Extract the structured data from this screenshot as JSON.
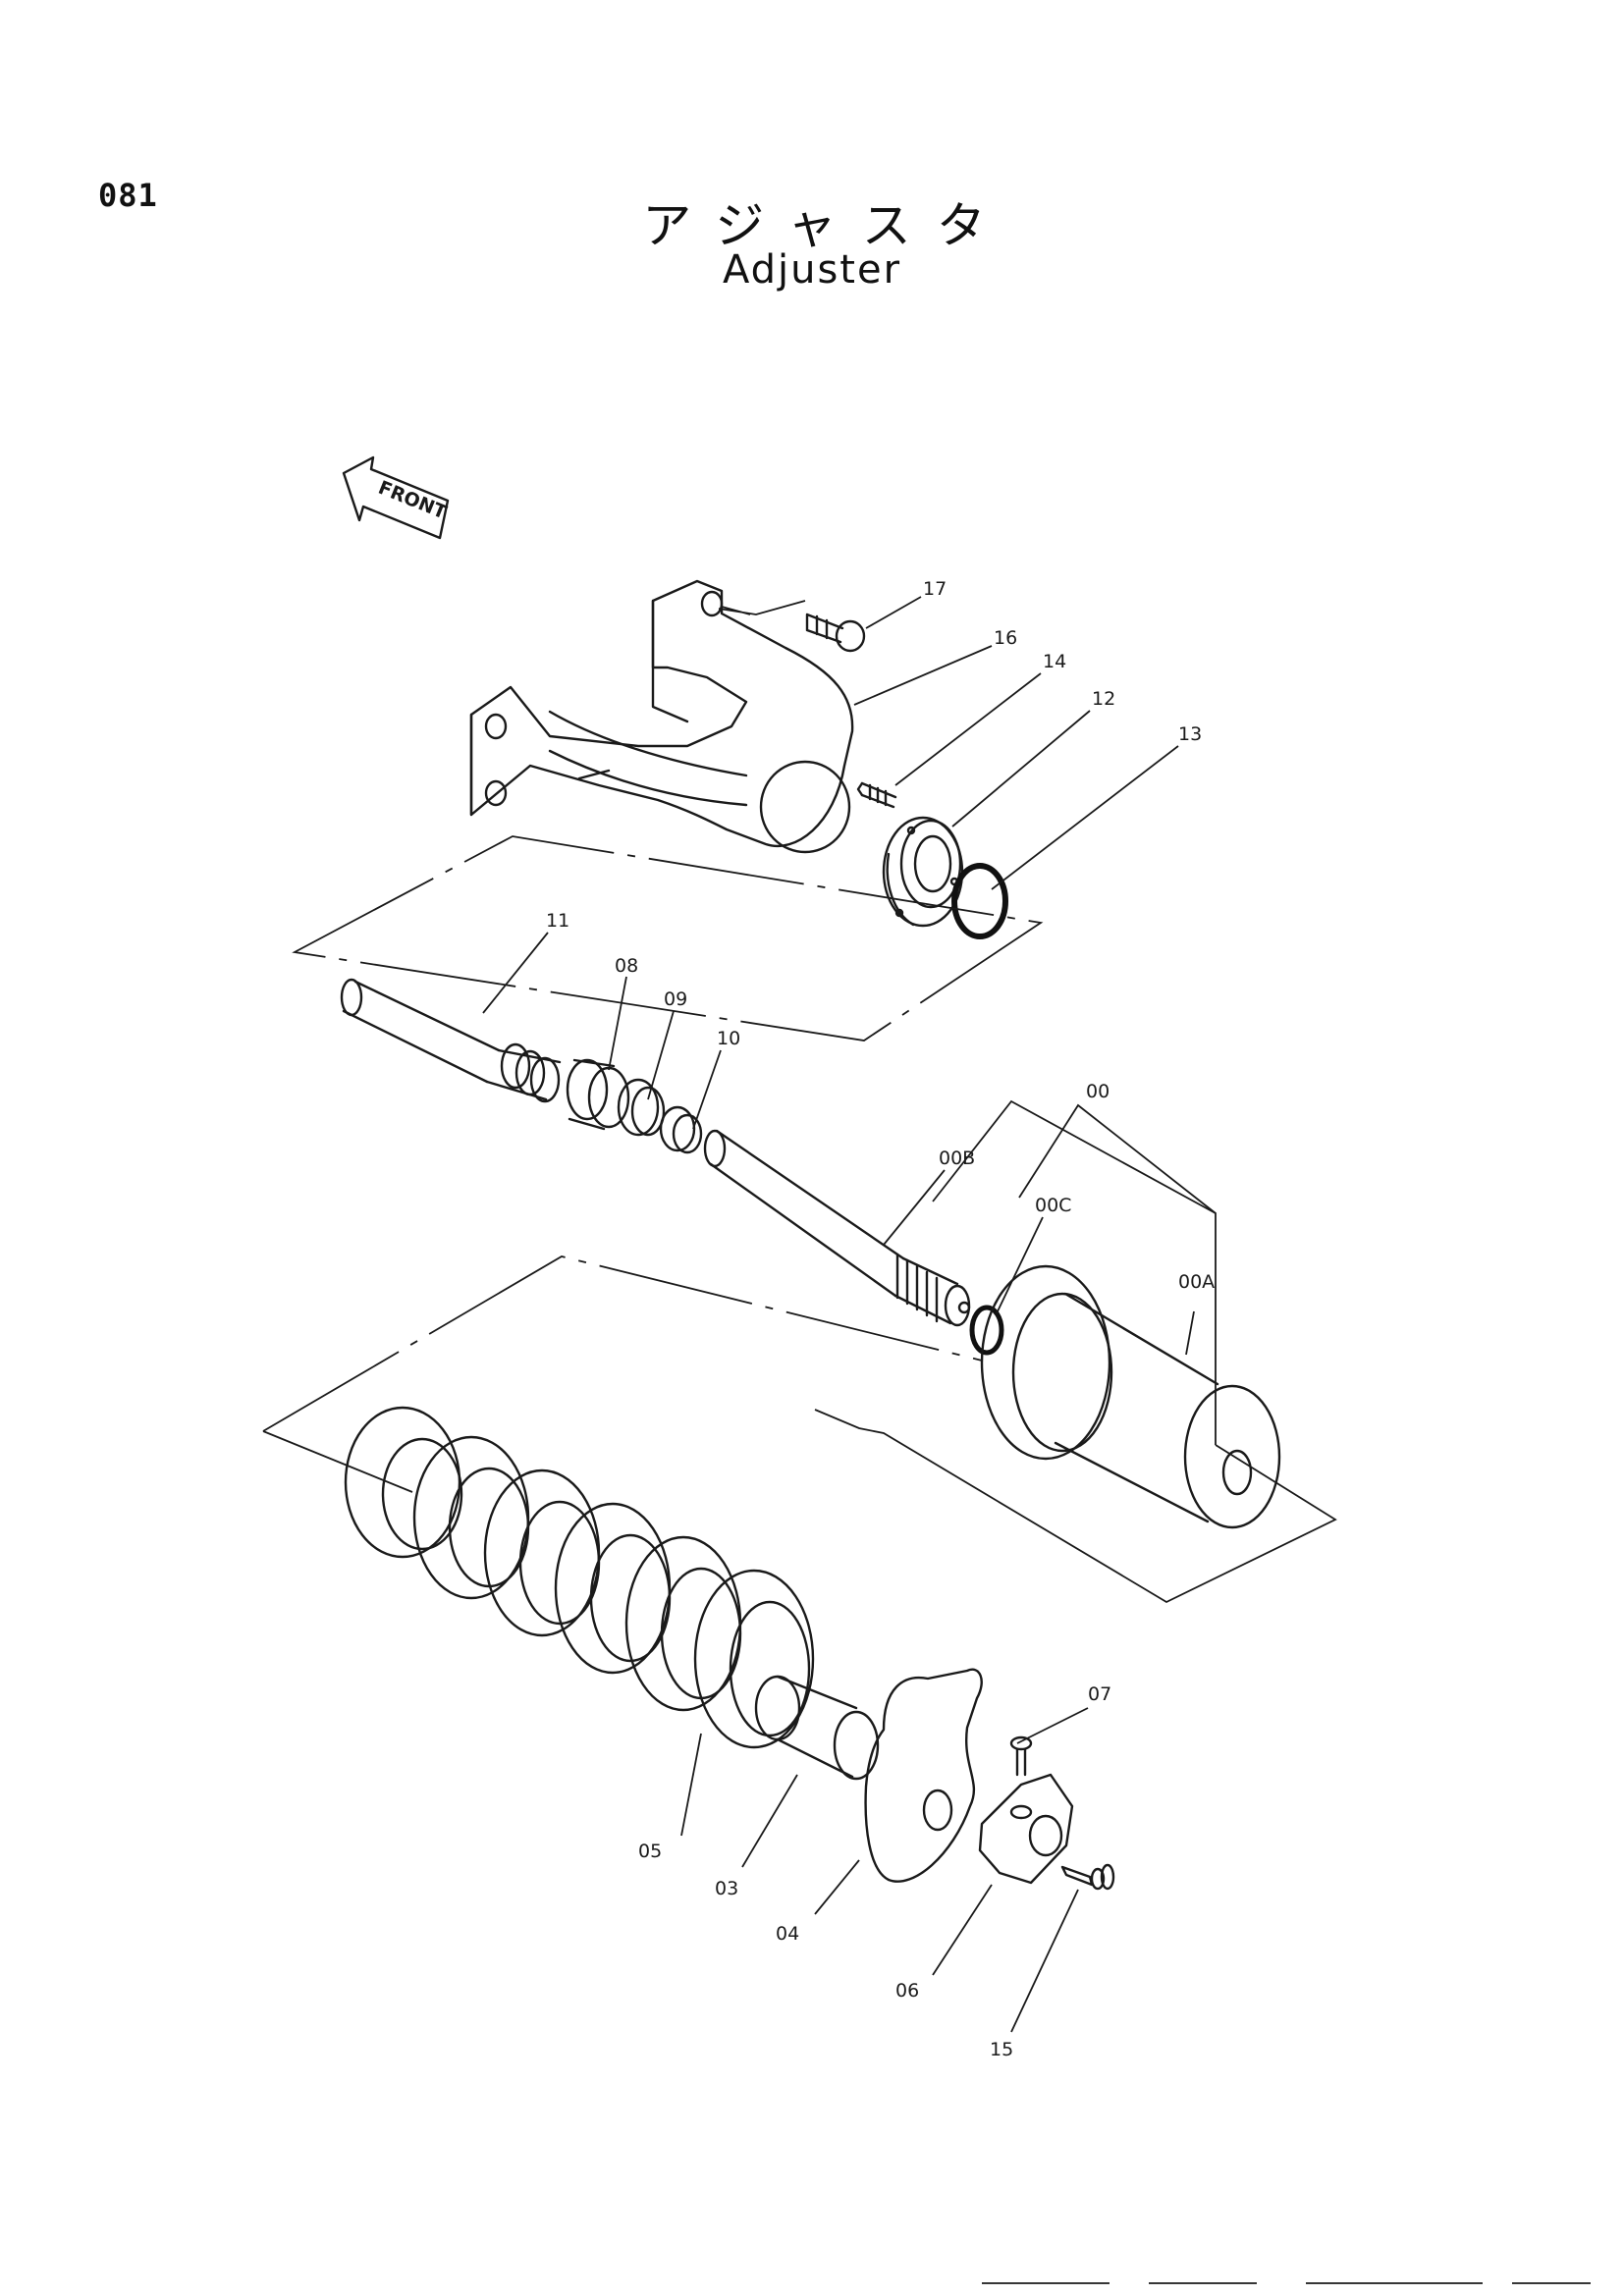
{
  "page_number": "081",
  "title_jp": "アジャスタ",
  "title_en": "Adjuster",
  "front_arrow_label": "FRONT",
  "part_labels": {
    "p17": "17",
    "p16": "16",
    "p14": "14",
    "p12": "12",
    "p13": "13",
    "p11": "11",
    "p08": "08",
    "p09": "09",
    "p10": "10",
    "p00": "00",
    "p00B": "00B",
    "p00C": "00C",
    "p00A": "00A",
    "p07": "07",
    "p05": "05",
    "p03": "03",
    "p04": "04",
    "p06": "06",
    "p15": "15"
  }
}
